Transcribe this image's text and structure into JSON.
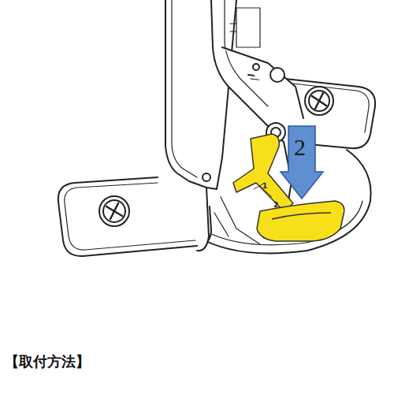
{
  "diagram": {
    "title": "【取付方法】",
    "labels": [
      "2",
      "1",
      "2"
    ]
  }
}
